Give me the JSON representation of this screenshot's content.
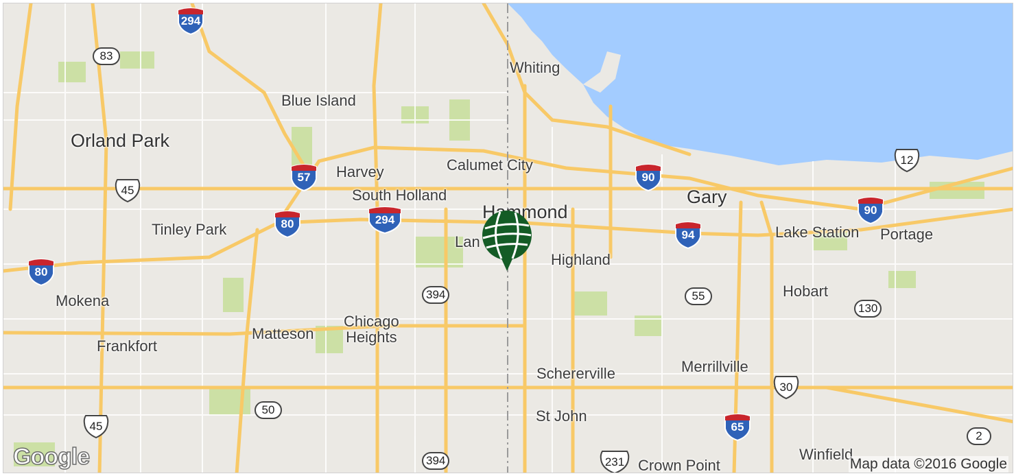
{
  "map": {
    "cities": [
      {
        "id": "orland-park",
        "label": "Orland Park"
      },
      {
        "id": "blue-island",
        "label": "Blue Island"
      },
      {
        "id": "whiting",
        "label": "Whiting"
      },
      {
        "id": "harvey",
        "label": "Harvey"
      },
      {
        "id": "calumet-city",
        "label": "Calumet City"
      },
      {
        "id": "south-holland",
        "label": "South Holland"
      },
      {
        "id": "hammond",
        "label": "Hammond"
      },
      {
        "id": "gary",
        "label": "Gary"
      },
      {
        "id": "tinley-park",
        "label": "Tinley Park"
      },
      {
        "id": "lansing",
        "label": "Lan"
      },
      {
        "id": "highland",
        "label": "Highland"
      },
      {
        "id": "lake-station",
        "label": "Lake Station"
      },
      {
        "id": "portage",
        "label": "Portage"
      },
      {
        "id": "mokena",
        "label": "Mokena"
      },
      {
        "id": "hobart",
        "label": "Hobart"
      },
      {
        "id": "chicago",
        "label": "Chicago"
      },
      {
        "id": "heights",
        "label": "Heights"
      },
      {
        "id": "matteson",
        "label": "Matteson"
      },
      {
        "id": "frankfort",
        "label": "Frankfort"
      },
      {
        "id": "schererville",
        "label": "Schererville"
      },
      {
        "id": "merrillville",
        "label": "Merrillville"
      },
      {
        "id": "st-john",
        "label": "St John"
      },
      {
        "id": "crown-point",
        "label": "Crown Point"
      },
      {
        "id": "winfield",
        "label": "Winfield"
      }
    ],
    "interstates": [
      "294",
      "57",
      "80",
      "294",
      "90",
      "90",
      "94",
      "80",
      "65"
    ],
    "us_routes": [
      "45",
      "12",
      "30",
      "45",
      "231"
    ],
    "state_routes": [
      "83",
      "394",
      "55",
      "130",
      "50",
      "394",
      "2"
    ],
    "marker_icon": "globe-pin-icon",
    "colors": {
      "land": "#ebe9e4",
      "water": "#a3ccff",
      "highway": "#f8c967",
      "park": "#c9df9d",
      "interstate_blue": "#2f62b8",
      "interstate_red": "#c8252c",
      "marker": "#145c26"
    }
  },
  "logo": "Google",
  "attribution": "Map data ©2016 Google"
}
